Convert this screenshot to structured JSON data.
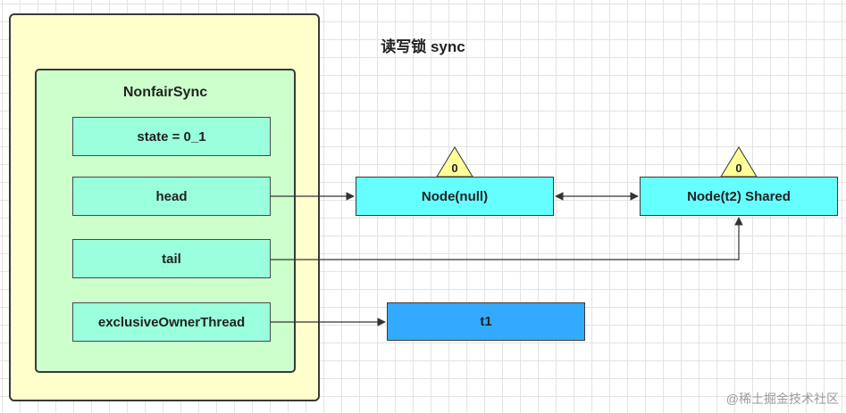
{
  "diagram": {
    "outer_title": "读写锁 sync",
    "inner_title": "NonfairSync",
    "fields": {
      "state": "state = 0_1",
      "head": "head",
      "tail": "tail",
      "owner": "exclusiveOwnerThread"
    },
    "nodes": {
      "head_node": {
        "label": "Node(null)",
        "waitstatus": "0"
      },
      "t2_node": {
        "label": "Node(t2) Shared",
        "waitstatus": "0"
      }
    },
    "owner_thread": "t1"
  },
  "watermark": "@稀土掘金技术社区",
  "colors": {
    "outer_fill": "#ffffcc",
    "inner_fill": "#ccffcc",
    "field_fill": "#99ffdd",
    "node_fill": "#66ffff",
    "thread_fill": "#33aaff",
    "triangle_fill": "#ffff99"
  }
}
